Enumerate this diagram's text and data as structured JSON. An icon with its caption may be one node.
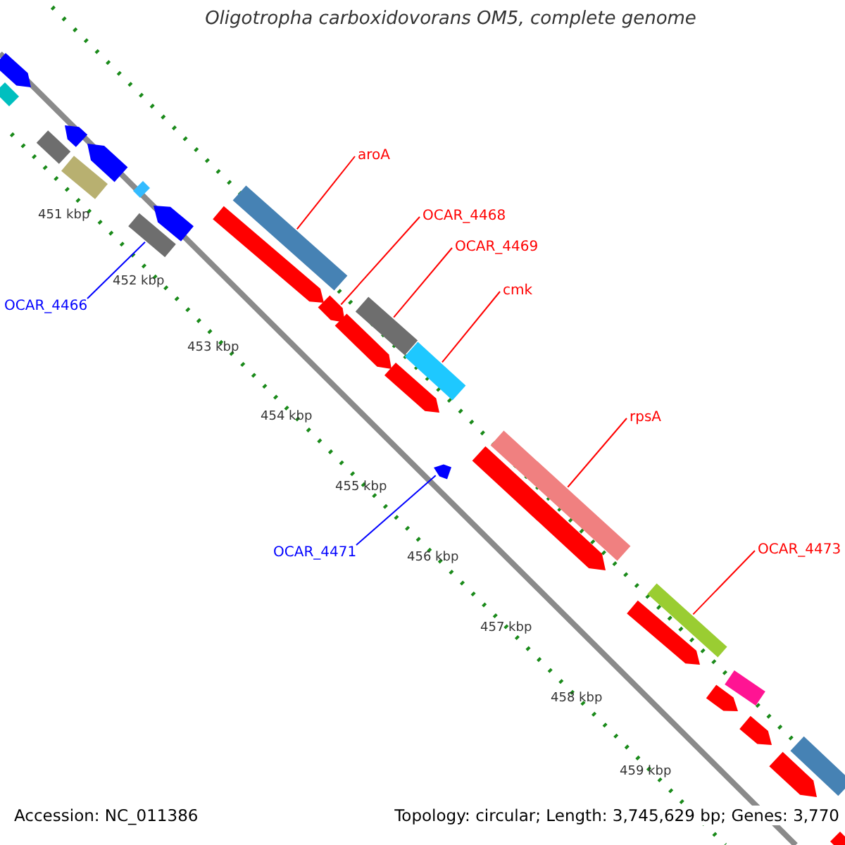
{
  "diagram": {
    "title": "Oligotropha carboxidovorans OM5, complete genome",
    "nodes": [
      {
        "text": [
          "OCAR_4466"
        ]
      },
      {
        "text": [
          "aroA"
        ]
      },
      {
        "text": [
          "OCAR_4468"
        ]
      },
      {
        "text": [
          "OCAR_4469"
        ]
      },
      {
        "text": [
          "cmk"
        ]
      },
      {
        "text": [
          "rpsA"
        ]
      },
      {
        "text": [
          "OCAR_4471"
        ]
      },
      {
        "text": [
          "OCAR_4473"
        ]
      },
      {
        "text": [],
        "shape": "bar"
      },
      {
        "text": [],
        "shape": "bar"
      },
      {
        "text": [],
        "shape": "bar"
      },
      {
        "text": [],
        "shape": "bar"
      },
      {
        "text": [],
        "shape": "bar"
      },
      {
        "text": [],
        "shape": "bar"
      },
      {
        "text": [],
        "shape": "bar"
      },
      {
        "text": [],
        "shape": "bar"
      },
      {
        "text": [],
        "shape": "bar"
      },
      {
        "text": [],
        "shape": "bar"
      },
      {
        "text": [],
        "shape": "bar"
      },
      {
        "text": [],
        "shape": "bar"
      },
      {
        "text": [],
        "shape": "bar"
      },
      {
        "text": [],
        "shape": "bar"
      },
      {
        "text": [],
        "shape": "bar"
      },
      {
        "text": [],
        "shape": "bar"
      },
      {
        "text": [],
        "shape": "bar"
      },
      {
        "text": [],
        "shape": "bar"
      },
      {
        "text": [],
        "shape": "bar"
      },
      {
        "text": [],
        "shape": "bar"
      },
      {
        "text": [],
        "shape": "bar"
      },
      {
        "text": [],
        "shape": "bar"
      },
      {
        "text": [],
        "shape": "bar"
      },
      {
        "text": [],
        "shape": "bar"
      },
      {
        "text": [],
        "shape": "bar"
      },
      {
        "text": [],
        "shape": "bar"
      },
      {
        "text": [],
        "shape": "bar"
      }
    ],
    "edges": [
      {
        "from": 0,
        "to": 8,
        "arrow": "none",
        "color": "#0000ff"
      },
      {
        "from": 1,
        "to": 9,
        "arrow": "none"
      },
      {
        "from": 2,
        "to": 10,
        "arrow": "none"
      },
      {
        "from": 3,
        "to": 11,
        "arrow": "none"
      },
      {
        "from": 4,
        "to": 12,
        "arrow": "none"
      },
      {
        "from": 5,
        "to": 13,
        "arrow": "none"
      },
      {
        "from": 6,
        "to": 14,
        "arrow": "none",
        "color": "#0000ff"
      },
      {
        "from": 7,
        "to": 15,
        "arrow": "none"
      }
    ],
    "labels": [
      "451 kbp",
      "452 kbp",
      "453 kbp",
      "454 kbp",
      "455 kbp",
      "456 kbp",
      "457 kbp",
      "458 kbp",
      "459 kbp",
      "Accession: NC_011386",
      "Topology: circular; Length: 3,745,629 bp; Genes: 3,770"
    ]
  }
}
